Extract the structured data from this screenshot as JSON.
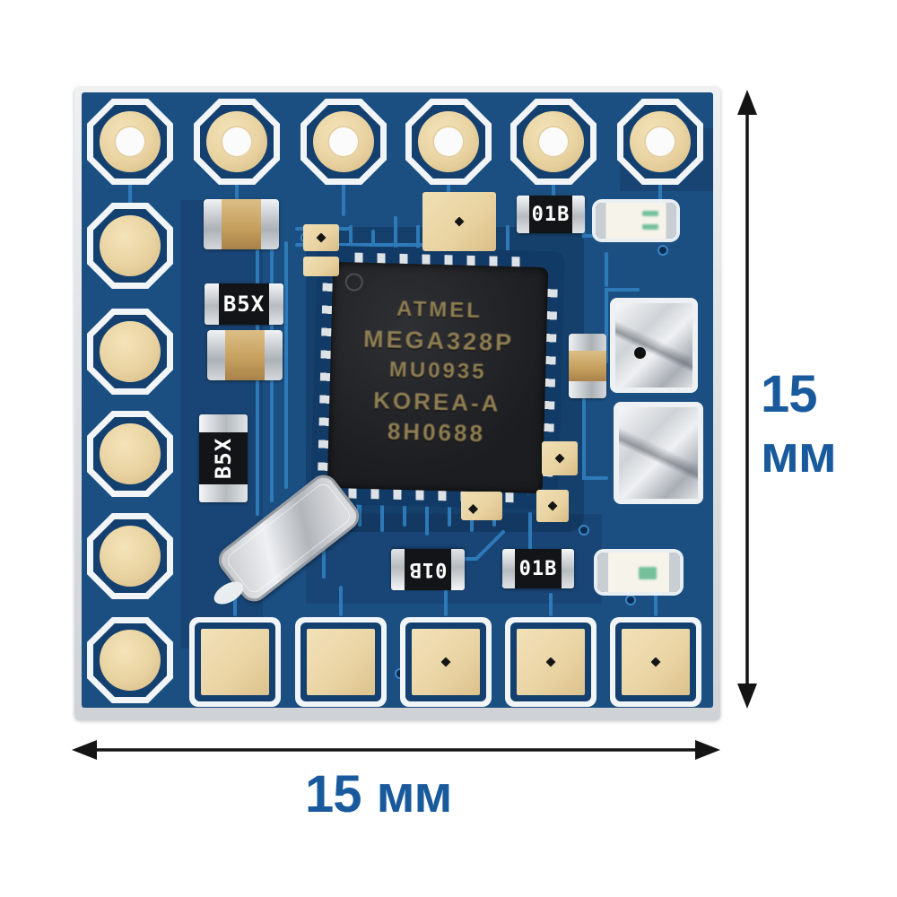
{
  "photo": {
    "subject": "blue PCB microcontroller module with size annotations"
  },
  "annotations": {
    "height_label": "15 мм",
    "width_label": "15 мм"
  },
  "chip": {
    "line1": "ATMEL",
    "line2": "MEGA328P",
    "line3": "MU0935",
    "line4": "KOREA-A",
    "line5": "8H0688"
  },
  "components": {
    "resistor_top": "01B",
    "resistor_bottom_left": "01B",
    "resistor_bottom_right": "01B",
    "resistor_left_horizontal": "B5X",
    "resistor_left_vertical": "B5X"
  },
  "colors": {
    "pcb_blue": "#1b4f82",
    "pcb_navy": "#14406f",
    "trace_blue": "#2e7ab8",
    "pad_gold": "#e9d3a3",
    "silkscreen_white": "#f2f5f7",
    "board_edge_silver": "#dcdee1",
    "label_blue": "#195a9d",
    "arrow_black": "#141414"
  }
}
